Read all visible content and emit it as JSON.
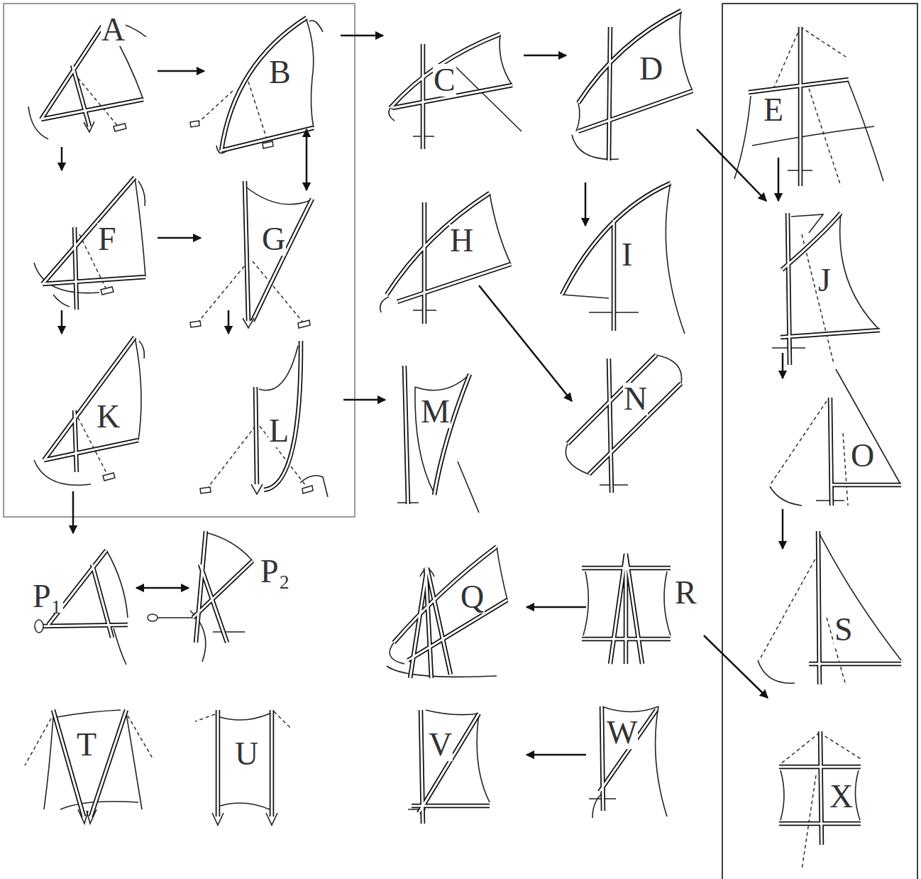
{
  "diagram": {
    "nodes": [
      {
        "text": [
          "A"
        ]
      },
      {
        "text": [
          "B"
        ]
      },
      {
        "text": [
          "C"
        ]
      },
      {
        "text": [
          "D"
        ]
      },
      {
        "text": [
          "E"
        ]
      },
      {
        "text": [
          "F"
        ]
      },
      {
        "text": [
          "G"
        ]
      },
      {
        "text": [
          "H"
        ]
      },
      {
        "text": [
          "I"
        ]
      },
      {
        "text": [
          "J"
        ]
      },
      {
        "text": [
          "K"
        ]
      },
      {
        "text": [
          "L"
        ]
      },
      {
        "text": [
          "M"
        ]
      },
      {
        "text": [
          "N"
        ]
      },
      {
        "text": [
          "O"
        ]
      },
      {
        "text": [
          "P₁"
        ]
      },
      {
        "text": [
          "P₂"
        ]
      },
      {
        "text": [
          "Q"
        ]
      },
      {
        "text": [
          "R"
        ]
      },
      {
        "text": [
          "S"
        ]
      },
      {
        "text": [
          "T"
        ]
      },
      {
        "text": [
          "U"
        ]
      },
      {
        "text": [
          "V"
        ]
      },
      {
        "text": [
          "W"
        ]
      },
      {
        "text": [
          "X"
        ]
      }
    ],
    "edges": [
      {
        "from": 0,
        "to": 1,
        "arrow": "to"
      },
      {
        "from": 1,
        "to": 2,
        "arrow": "to"
      },
      {
        "from": 2,
        "to": 3,
        "arrow": "to"
      },
      {
        "from": 0,
        "to": 5,
        "arrow": "to"
      },
      {
        "from": 5,
        "to": 6,
        "arrow": "to"
      },
      {
        "from": 1,
        "to": 6,
        "arrow": "both"
      },
      {
        "from": 3,
        "to": 8,
        "arrow": "to"
      },
      {
        "from": 3,
        "to": 9,
        "arrow": "to"
      },
      {
        "from": 4,
        "to": 9,
        "arrow": "to"
      },
      {
        "from": 5,
        "to": 10,
        "arrow": "to"
      },
      {
        "from": 6,
        "to": 11,
        "arrow": "to"
      },
      {
        "from": 11,
        "to": 12,
        "arrow": "to"
      },
      {
        "from": 7,
        "to": 13,
        "arrow": "to"
      },
      {
        "from": 9,
        "to": 14,
        "arrow": "to"
      },
      {
        "from": 10,
        "to": 15,
        "arrow": "to"
      },
      {
        "from": 15,
        "to": 16,
        "arrow": "both"
      },
      {
        "from": 18,
        "to": 17,
        "arrow": "to"
      },
      {
        "from": 14,
        "to": 19,
        "arrow": "to"
      },
      {
        "from": 18,
        "to": 24,
        "arrow": "to"
      },
      {
        "from": 23,
        "to": 22,
        "arrow": "to"
      }
    ]
  }
}
